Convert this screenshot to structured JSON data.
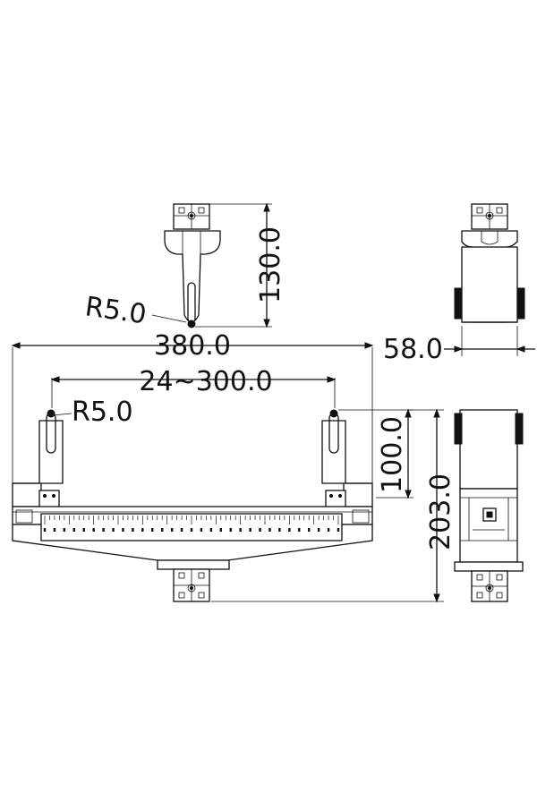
{
  "dimensions": {
    "punch_height": "130.0",
    "punch_radius": "R5.0",
    "side_width": "58.0",
    "overall_width": "380.0",
    "span_range": "24~300.0",
    "support_radius": "R5.0",
    "support_height": "100.0",
    "overall_height": "203.0"
  },
  "colors": {
    "line": "#111111",
    "background": "#ffffff"
  },
  "icons": {
    "clamp": "clamp-block-icon",
    "scale": "ruler-scale-icon"
  }
}
